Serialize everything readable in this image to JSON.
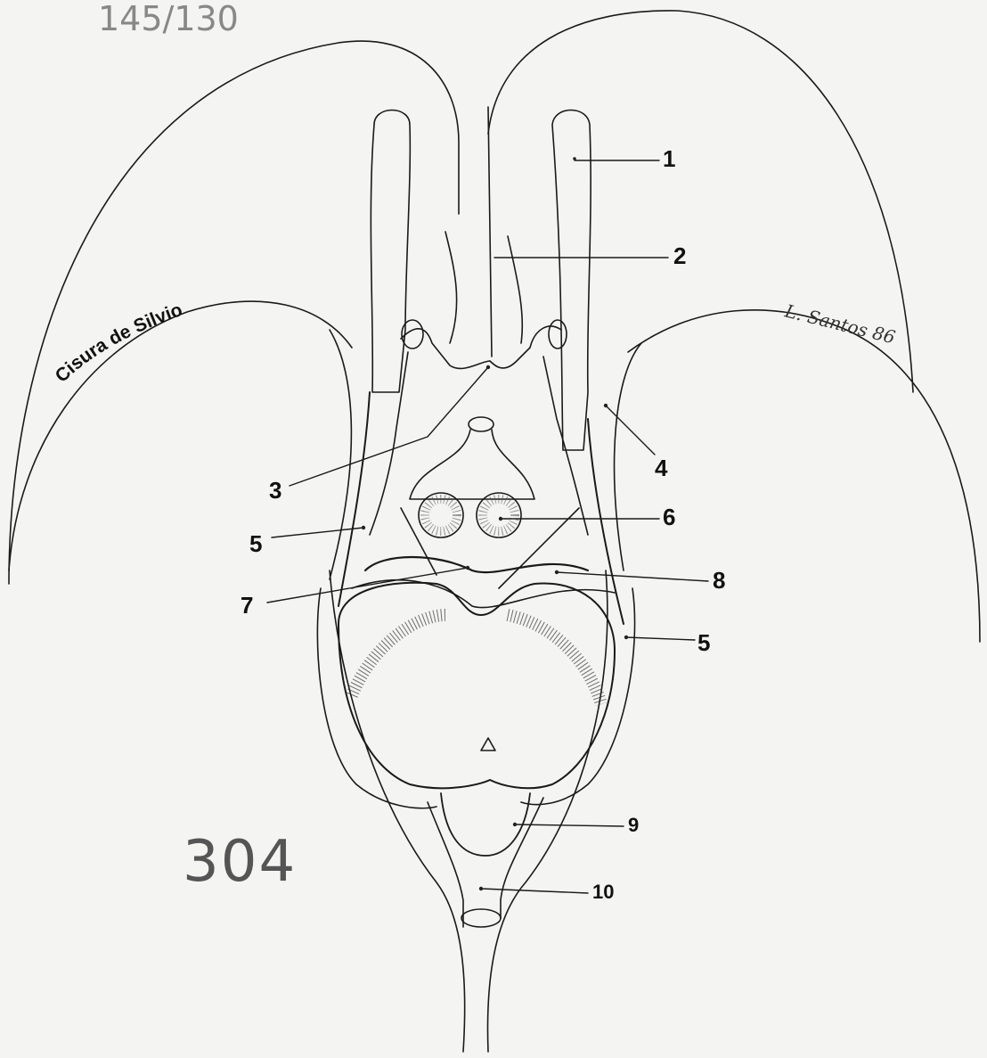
{
  "diagram": {
    "labels": [
      {
        "id": "1",
        "text": "1"
      },
      {
        "id": "2",
        "text": "2"
      },
      {
        "id": "3",
        "text": "3"
      },
      {
        "id": "4",
        "text": "4"
      },
      {
        "id": "5a",
        "text": "5"
      },
      {
        "id": "5b",
        "text": "5"
      },
      {
        "id": "6",
        "text": "6"
      },
      {
        "id": "7",
        "text": "7"
      },
      {
        "id": "8",
        "text": "8"
      },
      {
        "id": "9",
        "text": "9"
      },
      {
        "id": "10",
        "text": "10"
      }
    ],
    "sylvian_label": "Cisura  de Silvio",
    "signature": "L. Santos 86",
    "page_number": "304",
    "corner_note": "145/130"
  }
}
